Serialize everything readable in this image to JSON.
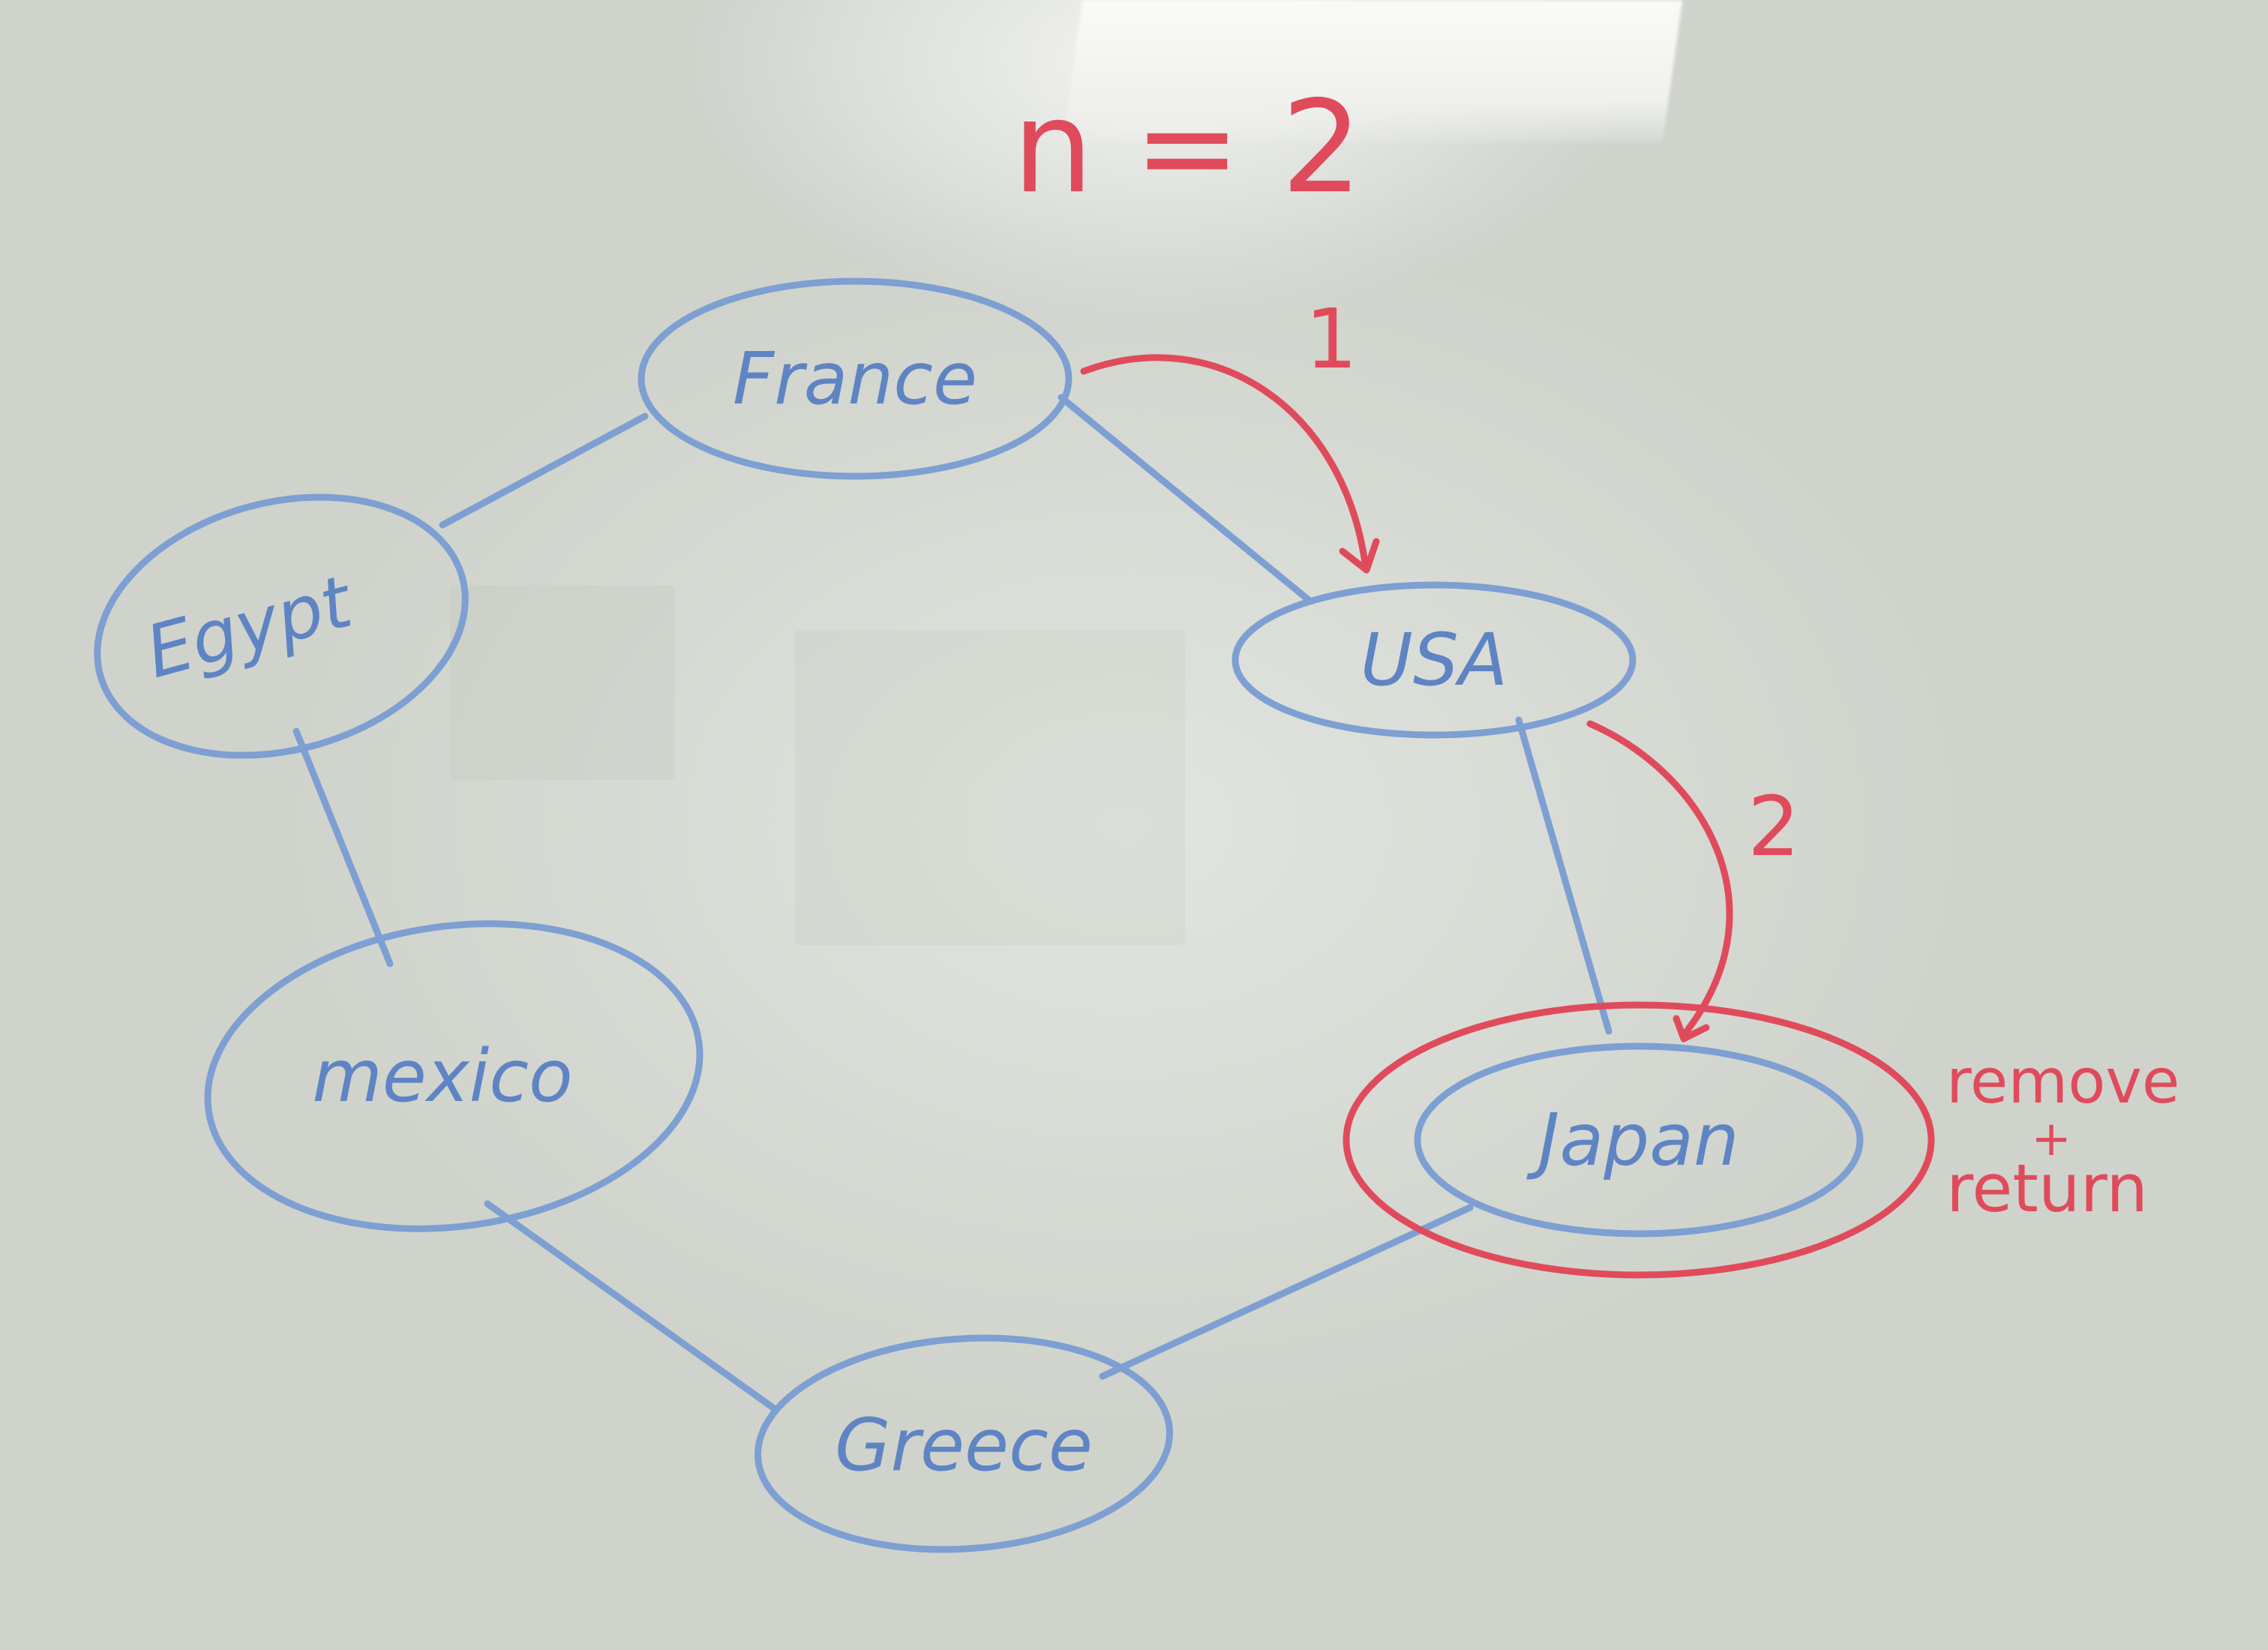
{
  "title": "n = 2",
  "nodes": [
    {
      "id": "france",
      "label": "France"
    },
    {
      "id": "usa",
      "label": "USA"
    },
    {
      "id": "japan",
      "label": "Japan"
    },
    {
      "id": "greece",
      "label": "Greece"
    },
    {
      "id": "mexico",
      "label": "mexico"
    },
    {
      "id": "egypt",
      "label": "Egypt"
    }
  ],
  "edges": [
    [
      "france",
      "usa"
    ],
    [
      "usa",
      "japan"
    ],
    [
      "japan",
      "greece"
    ],
    [
      "greece",
      "mexico"
    ],
    [
      "mexico",
      "egypt"
    ],
    [
      "egypt",
      "france"
    ]
  ],
  "steps": [
    {
      "from": "france",
      "to": "usa",
      "label": "1"
    },
    {
      "from": "usa",
      "to": "japan",
      "label": "2"
    }
  ],
  "highlighted_node": "japan",
  "annotation": {
    "line1": "remove",
    "line2": "+",
    "line3": "return"
  },
  "colors": {
    "node_ink": "#7d9fd2",
    "step_ink": "#e04b5c"
  }
}
